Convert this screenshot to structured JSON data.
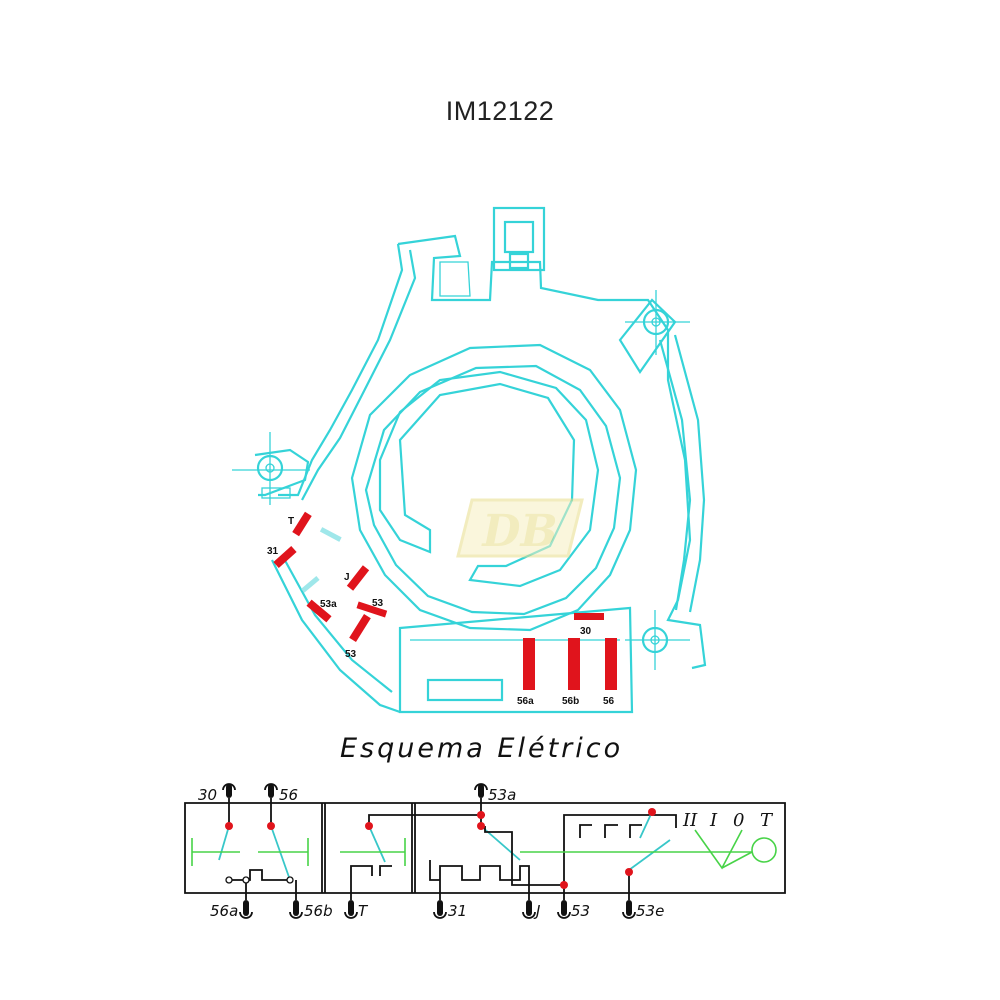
{
  "title": "IM12122",
  "subtitle": "Esquema Elétrico",
  "watermark": "DB",
  "component_terminals": {
    "t": "T",
    "t31": "31",
    "j": "J",
    "t53a": "53a",
    "t53_right": "53",
    "t53_bottom": "53",
    "t30": "30",
    "t56a": "56a",
    "t56b": "56b",
    "t56": "56"
  },
  "schematic_terminals": {
    "top_30": "30",
    "top_56": "56",
    "top_53a": "53a",
    "bottom_56a": "56a",
    "bottom_56b": "56b",
    "bottom_t": "T",
    "bottom_31": "31",
    "bottom_j": "J",
    "bottom_53": "53",
    "bottom_53e": "53e"
  },
  "positions": [
    "II",
    "I",
    "0",
    "T"
  ],
  "colors": {
    "outline": "#35d3d8",
    "contact": "#e0141c",
    "wiring": "#111111",
    "indicator": "#48d348",
    "lever": "#38c7c9",
    "watermark": "#e8dd8a"
  }
}
